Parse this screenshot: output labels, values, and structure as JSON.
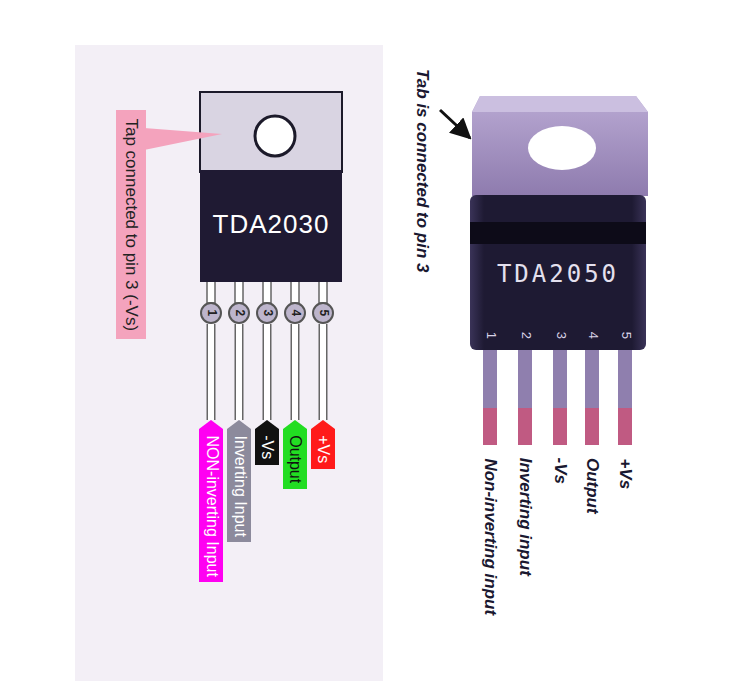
{
  "diagram": {
    "nodes": [
      {
        "text": [
          "Tap connected to pin 3 (-Vs)"
        ]
      },
      {
        "text": [
          "TDA2030"
        ]
      },
      {
        "text": [
          "1"
        ]
      },
      {
        "text": [
          "2"
        ]
      },
      {
        "text": [
          "3"
        ]
      },
      {
        "text": [
          "4"
        ]
      },
      {
        "text": [
          "5"
        ]
      },
      {
        "text": [
          "NON-inverting Input"
        ]
      },
      {
        "text": [
          "Inverting Input"
        ]
      },
      {
        "text": [
          "-Vs"
        ]
      },
      {
        "text": [
          "Output"
        ]
      },
      {
        "text": [
          "+Vs"
        ]
      },
      {
        "text": [
          "TDA2050"
        ]
      }
    ],
    "edges": [
      {
        "from": 2,
        "to": 7,
        "arrow": "none"
      },
      {
        "from": 3,
        "to": 8,
        "arrow": "none"
      },
      {
        "from": 4,
        "to": 9,
        "arrow": "none"
      },
      {
        "from": 5,
        "to": 10,
        "arrow": "none"
      },
      {
        "from": 6,
        "to": 11,
        "arrow": "none"
      }
    ],
    "labels": [
      "Tab is connected to pin 3",
      "1",
      "2",
      "3",
      "4",
      "5",
      "Non-inverting input",
      "Inverting input",
      "-Vs",
      "Output",
      "+Vs"
    ]
  }
}
